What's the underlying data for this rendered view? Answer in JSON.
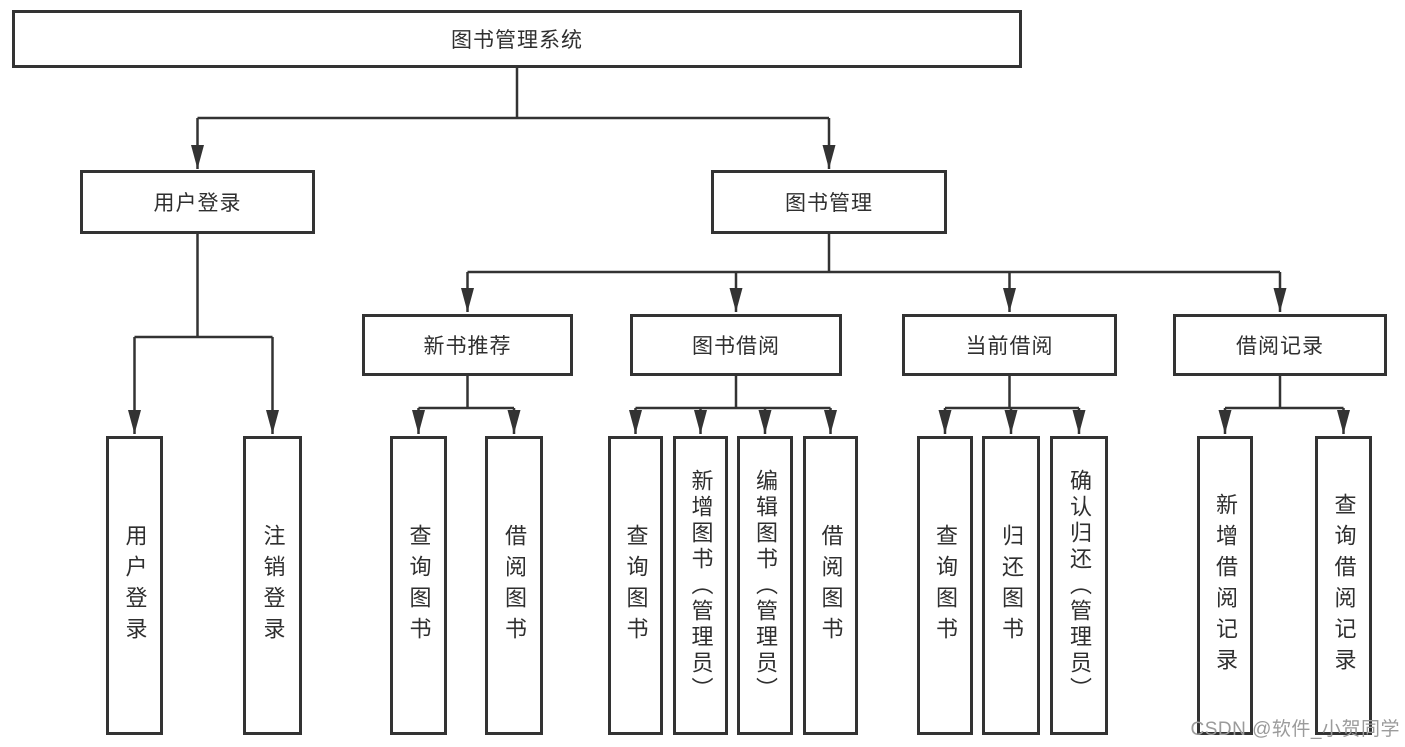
{
  "tree": {
    "label": "图书管理系统",
    "children": [
      {
        "label": "用户登录",
        "children": [
          {
            "label": "用户登录"
          },
          {
            "label": "注销登录"
          }
        ]
      },
      {
        "label": "图书管理",
        "children": [
          {
            "label": "新书推荐",
            "children": [
              {
                "label": "查询图书"
              },
              {
                "label": "借阅图书"
              }
            ]
          },
          {
            "label": "图书借阅",
            "children": [
              {
                "label": "查询图书"
              },
              {
                "label": "新增图书（管理员）"
              },
              {
                "label": "编辑图书（管理员）"
              },
              {
                "label": "借阅图书"
              }
            ]
          },
          {
            "label": "当前借阅",
            "children": [
              {
                "label": "查询图书"
              },
              {
                "label": "归还图书"
              },
              {
                "label": "确认归还（管理员）"
              }
            ]
          },
          {
            "label": "借阅记录",
            "children": [
              {
                "label": "新增借阅记录"
              },
              {
                "label": "查询借阅记录"
              }
            ]
          }
        ]
      }
    ]
  },
  "watermark": "CSDN @软件_小贺同学",
  "colors": {
    "line": "#333333",
    "box_border": "#333333",
    "box_fill": "#ffffff",
    "text": "#2f2f2f",
    "watermark": "#9b9b9b"
  }
}
